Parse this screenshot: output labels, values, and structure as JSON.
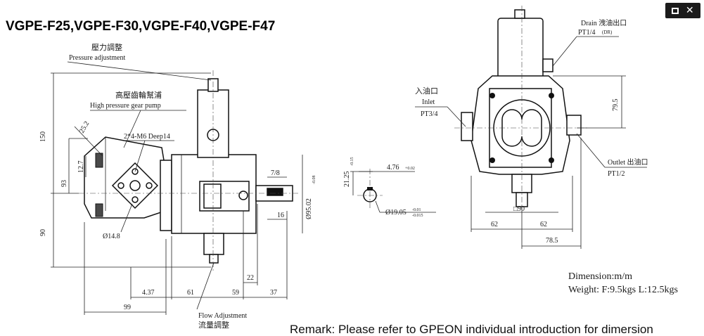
{
  "title": "VGPE-F25,VGPE-F30,VGPE-F40,VGPE-F47",
  "window_controls": {
    "restore_icon": "square-icon",
    "close_icon": "x-icon"
  },
  "labels": {
    "pressure_cn": "壓力調整",
    "pressure_en": "Pressure adjustment",
    "gear_cn": "高壓齒輪幫浦",
    "gear_en": "High pressure gear pump",
    "holes": "2*4-M6 Deep14",
    "flow_en": "Flow Adjustment",
    "flow_cn": "流量調整",
    "drain": "Drain 洩油出口",
    "drain_pt": "PT1/4",
    "drain_dr": "(DR)",
    "inlet_cn": "入油口",
    "inlet_en": "Inlet",
    "inlet_pt": "PT3/4",
    "outlet": "Outlet 出油口",
    "outlet_pt": "PT1/2"
  },
  "dims": {
    "d150": "150",
    "d93": "93",
    "d90": "90",
    "d25_2": "25.2",
    "d12_7": "12.7",
    "d14_8": "Ø14.8",
    "d99": "99",
    "d4_37": "4.37",
    "d61": "61",
    "d59": "59",
    "d37": "37",
    "d22": "22",
    "d16": "16",
    "d7_8": "7/8",
    "d95": "Ø95.02",
    "d95_tol": "-0.08",
    "d21_25": "21.25",
    "d21_25_tol": "-0.15",
    "d4_76": "4.76",
    "d4_76_tol": "+0.02",
    "d19_05": "Ø19.05",
    "d19_05_tol1": "-0.01",
    "d19_05_tol2": "-0.015",
    "d79_5": "79.5",
    "d90sq": "□90",
    "d62a": "62",
    "d62b": "62",
    "d78_5": "78.5"
  },
  "specs": {
    "dimension": "Dimension:m/m",
    "weight": "Weight: F:9.5kgs  L:12.5kgs"
  },
  "remark": "Remark: Please refer to GPEON individual introduction for dimersion"
}
